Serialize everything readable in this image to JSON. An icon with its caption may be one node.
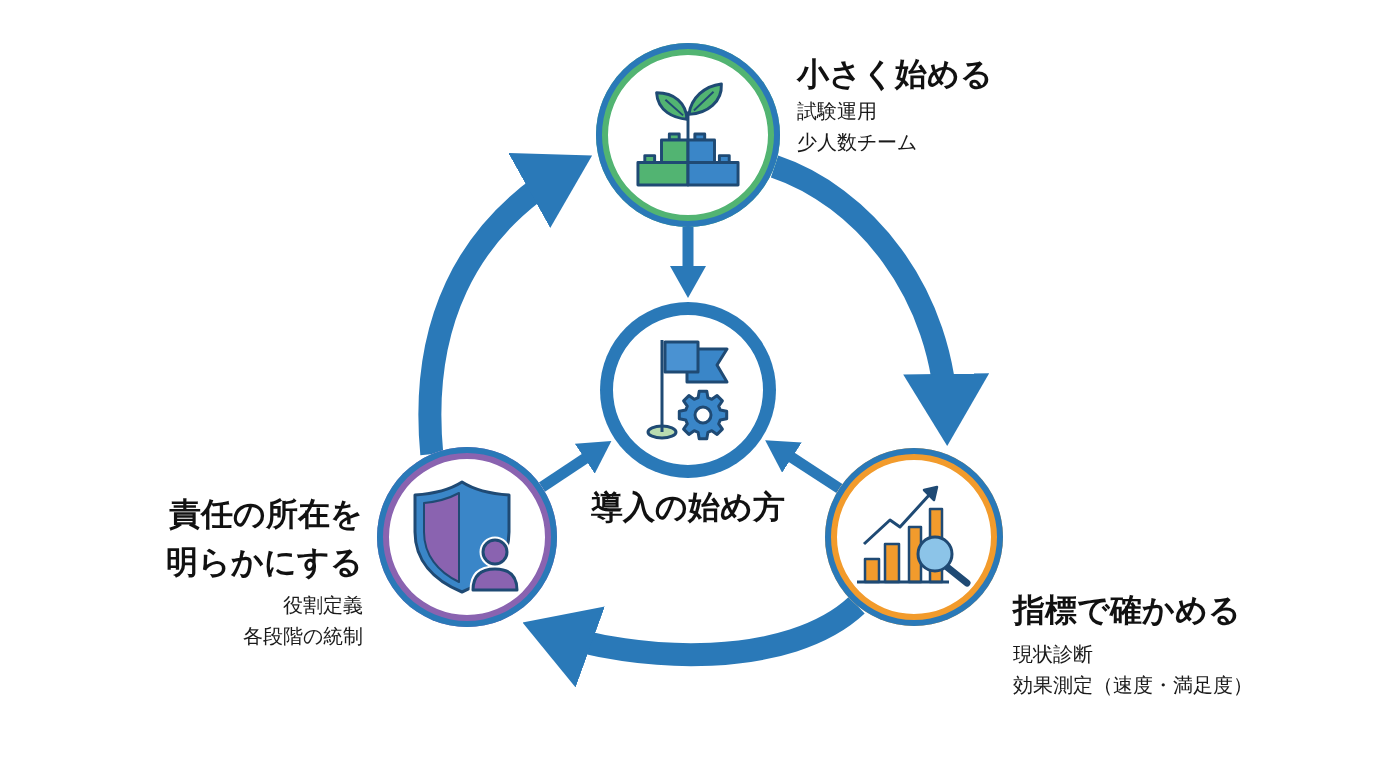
{
  "diagram": {
    "nodes": [
      {
        "text": [
          "小さく始める",
          "試験運用",
          "少人数チーム"
        ]
      },
      {
        "text": [
          "導入の始め方"
        ]
      },
      {
        "text": [
          "責任の所在を明らかにする",
          "役割定義",
          "各段階の統制"
        ]
      },
      {
        "text": [
          "指標で確かめる",
          "現状診断",
          "効果測定（速度・満足度）"
        ]
      }
    ],
    "edges": [
      {
        "from": 0,
        "to": 3,
        "arrow": "to",
        "style": "thick"
      },
      {
        "from": 3,
        "to": 2,
        "arrow": "to",
        "style": "thick"
      },
      {
        "from": 2,
        "to": 0,
        "arrow": "to",
        "style": "thick"
      },
      {
        "from": 0,
        "to": 1,
        "arrow": "to"
      },
      {
        "from": 3,
        "to": 1,
        "arrow": "to"
      },
      {
        "from": 2,
        "to": 1,
        "arrow": "to"
      }
    ]
  }
}
